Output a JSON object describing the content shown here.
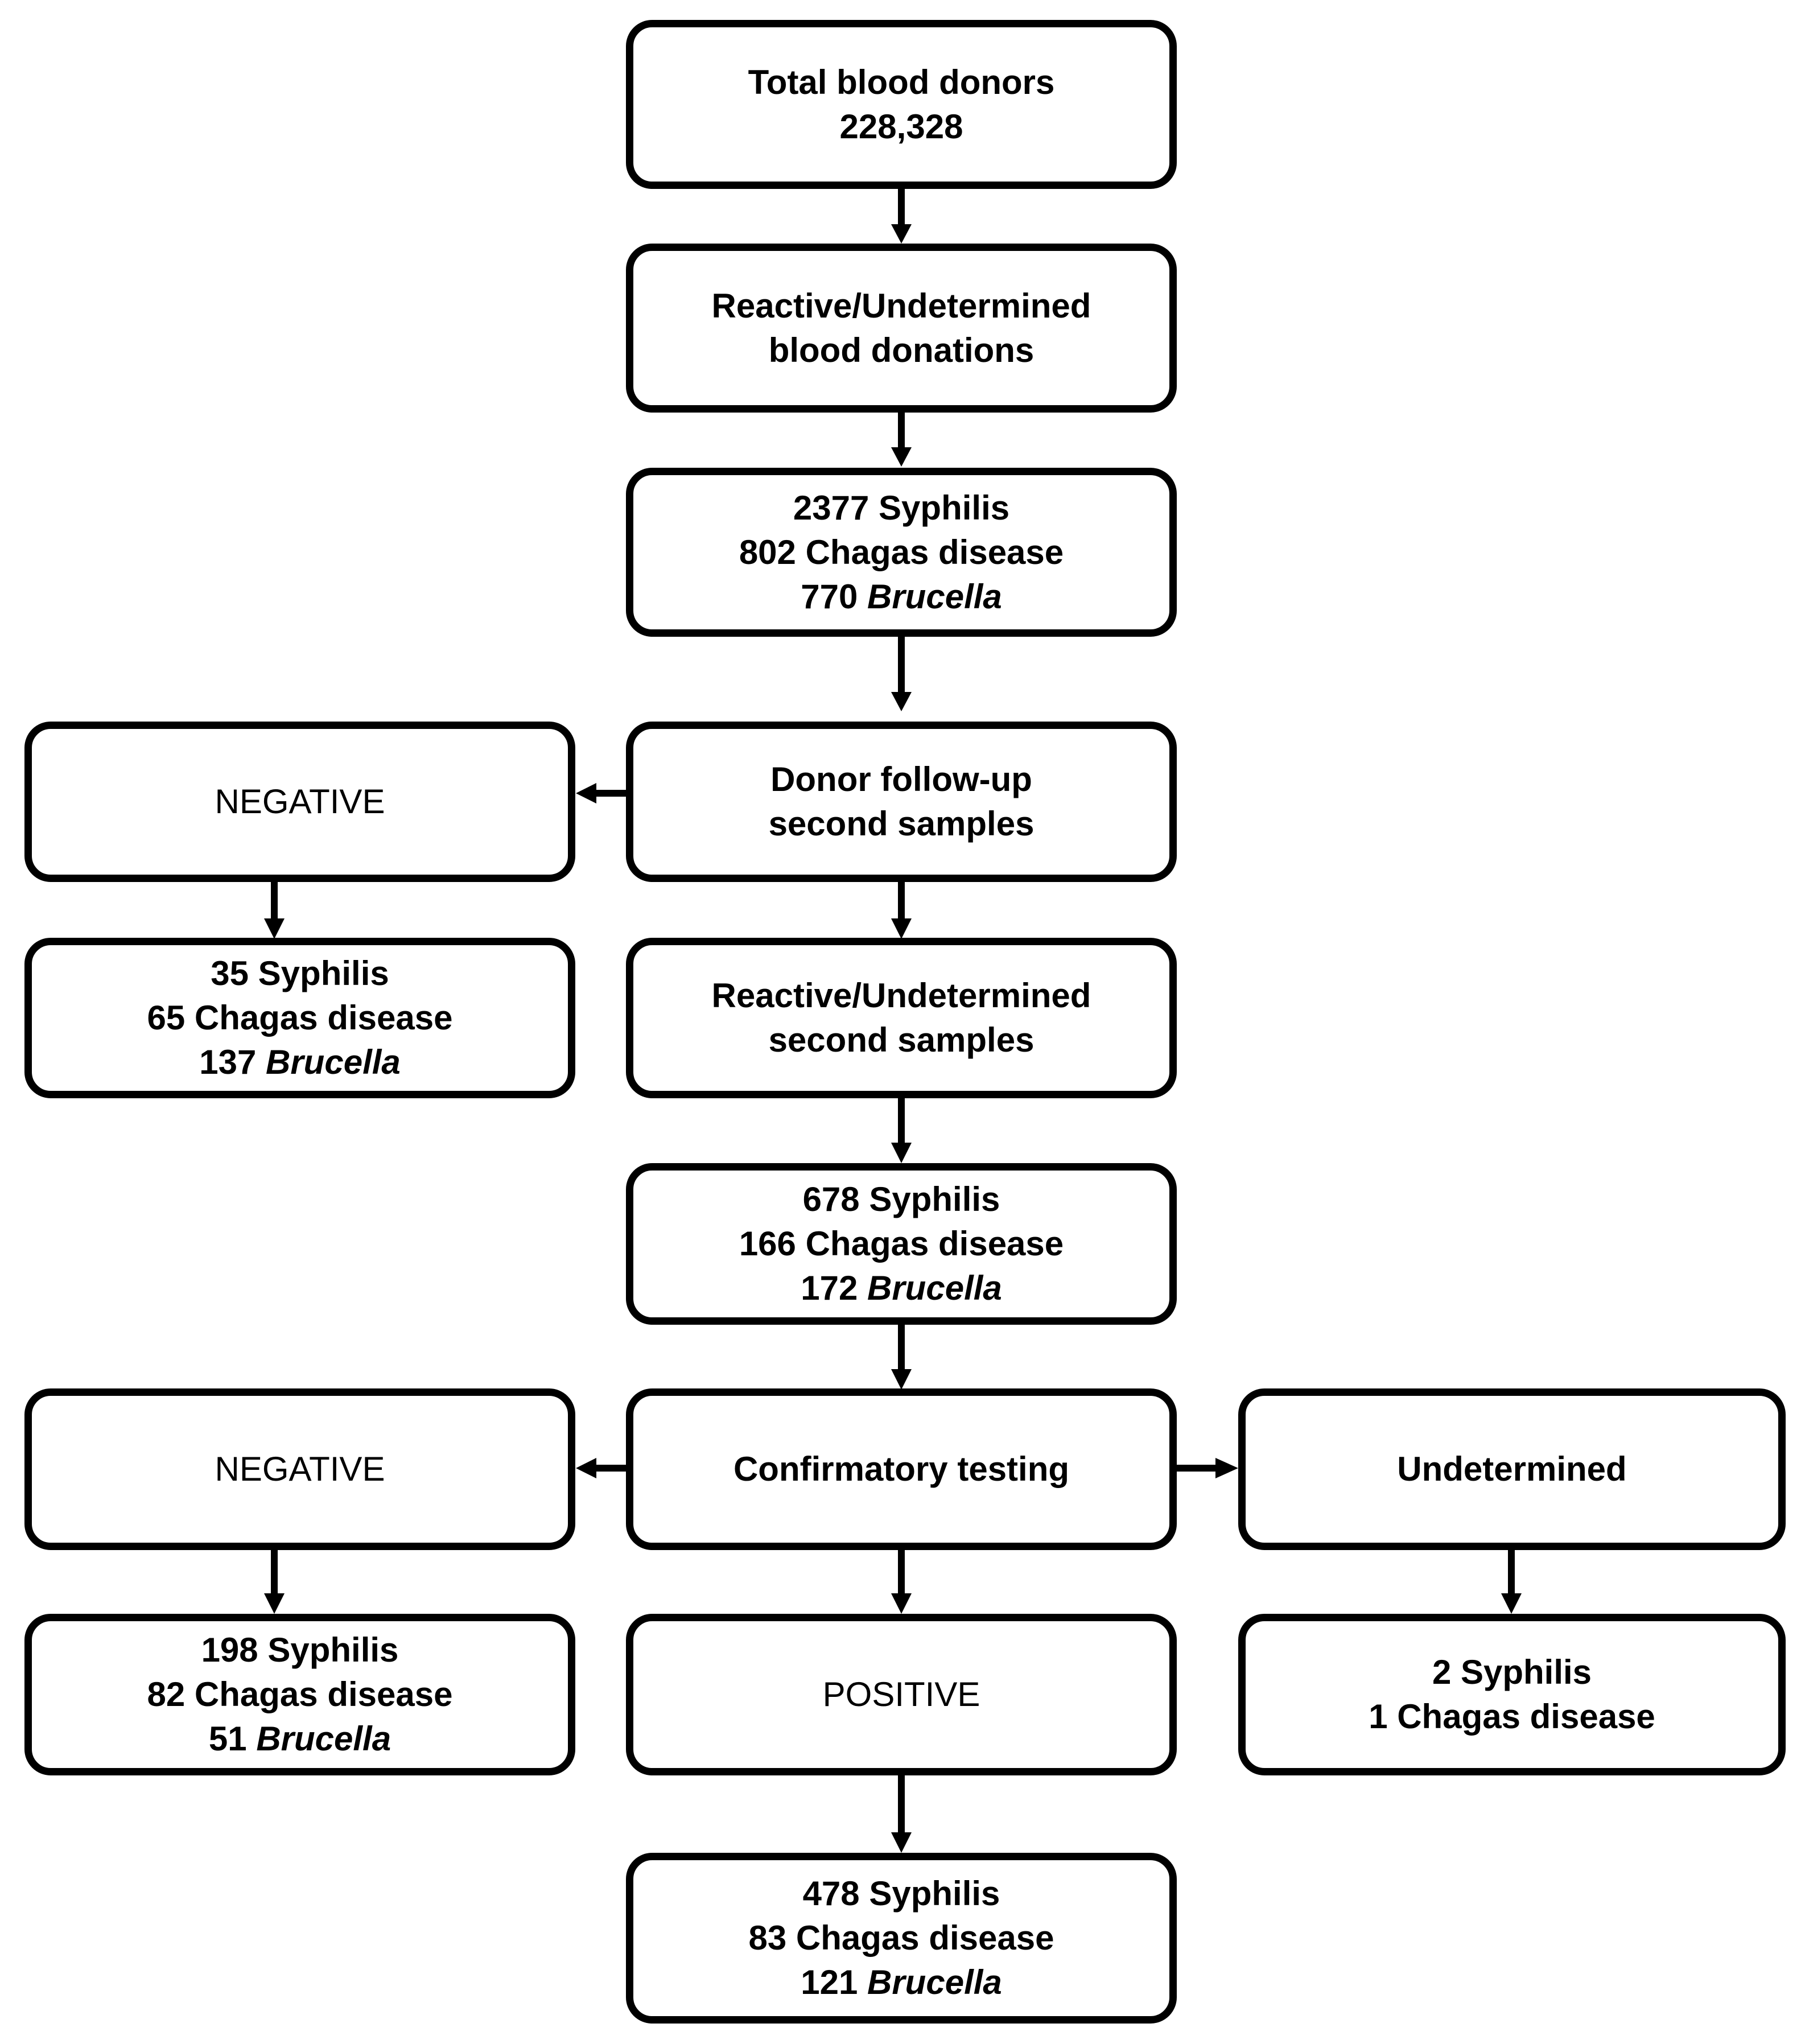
{
  "diagram": {
    "title": "Blood donor screening and confirmatory testing flowchart",
    "type": "flowchart",
    "stroke_color": "#000000",
    "background_color": "#ffffff",
    "nodes": {
      "total_donors": {
        "lines": [
          "Total blood donors",
          "228,328"
        ],
        "emphasis": [
          "normal",
          "normal"
        ]
      },
      "reactive_donations": {
        "lines": [
          "Reactive/Undetermined",
          "blood donations"
        ],
        "emphasis": [
          "normal",
          "normal"
        ]
      },
      "first_counts": {
        "lines": [
          "2377 Syphilis",
          "802 Chagas disease",
          "770 Brucella"
        ],
        "italic_words": [
          "",
          "",
          "Brucella"
        ]
      },
      "negative_first": {
        "lines": [
          "NEGATIVE"
        ]
      },
      "donor_followup": {
        "lines": [
          "Donor follow-up",
          "second samples"
        ]
      },
      "negative_first_counts": {
        "lines": [
          "35 Syphilis",
          "65 Chagas disease",
          "137 Brucella"
        ],
        "italic_words": [
          "",
          "",
          "Brucella"
        ]
      },
      "reactive_second": {
        "lines": [
          "Reactive/Undetermined",
          "second samples"
        ]
      },
      "second_counts": {
        "lines": [
          "678 Syphilis",
          "166 Chagas disease",
          "172 Brucella"
        ],
        "italic_words": [
          "",
          "",
          "Brucella"
        ]
      },
      "negative_confirm": {
        "lines": [
          "NEGATIVE"
        ]
      },
      "confirmatory_testing": {
        "lines": [
          "Confirmatory testing"
        ]
      },
      "undetermined_confirm": {
        "lines": [
          "Undetermined"
        ]
      },
      "negative_confirm_counts": {
        "lines": [
          "198 Syphilis",
          "82 Chagas disease",
          "51 Brucella"
        ],
        "italic_words": [
          "",
          "",
          "Brucella"
        ]
      },
      "positive": {
        "lines": [
          "POSITIVE"
        ]
      },
      "undetermined_counts": {
        "lines": [
          "2 Syphilis",
          "1 Chagas disease"
        ]
      },
      "positive_counts": {
        "lines": [
          "478 Syphilis",
          "83 Chagas disease",
          "121 Brucella"
        ],
        "italic_words": [
          "",
          "",
          "Brucella"
        ]
      }
    },
    "flow_data": {
      "total_blood_donors": 228328,
      "reactive_undetermined_first": {
        "syphilis": 2377,
        "chagas_disease": 802,
        "brucella": 770
      },
      "followup_negative": {
        "syphilis": 35,
        "chagas_disease": 65,
        "brucella": 137
      },
      "reactive_undetermined_second": {
        "syphilis": 678,
        "chagas_disease": 166,
        "brucella": 172
      },
      "confirmatory_negative": {
        "syphilis": 198,
        "chagas_disease": 82,
        "brucella": 51
      },
      "confirmatory_undetermined": {
        "syphilis": 2,
        "chagas_disease": 1
      },
      "confirmatory_positive": {
        "syphilis": 478,
        "chagas_disease": 83,
        "brucella": 121
      }
    }
  }
}
